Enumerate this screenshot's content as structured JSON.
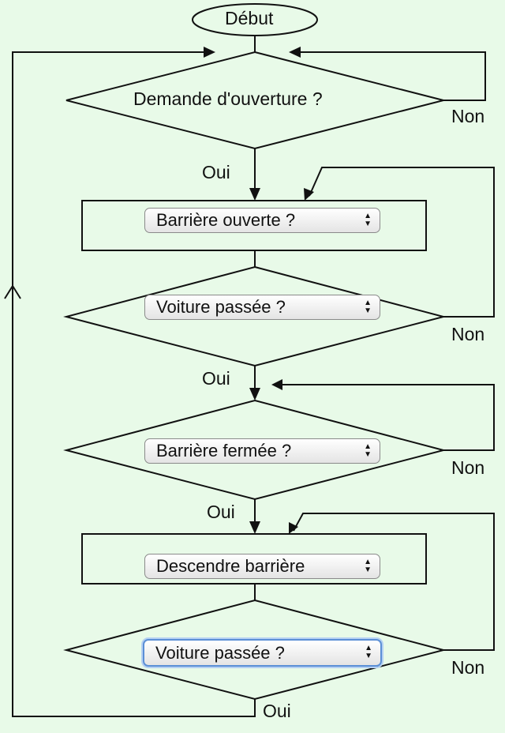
{
  "flowchart": {
    "start_label": "Début",
    "question_label": "Demande d'ouverture ?",
    "yes_label": "Oui",
    "no_label": "Non",
    "selects": {
      "barriere_ouverte": "Barrière ouverte ?",
      "voiture_passee_1": "Voiture passée ?",
      "barriere_fermee": "Barrière fermée ?",
      "descendre_barriere": "Descendre barrière",
      "voiture_passee_2": "Voiture passée ?"
    }
  },
  "icons": {
    "select_caret": "updown-chevron-icon"
  }
}
